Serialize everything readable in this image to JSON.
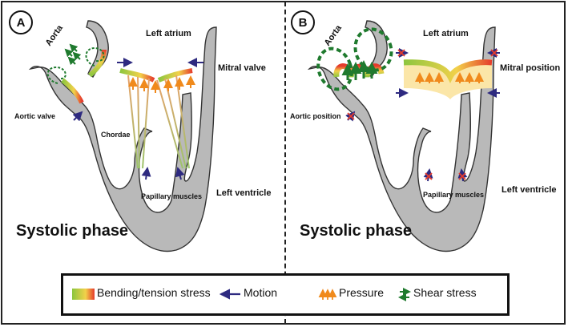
{
  "panels": [
    {
      "letter": "A",
      "aorta": "Aorta",
      "left_atrium": "Left atrium",
      "valve_right": "Mitral valve",
      "valve_left": "Aortic valve",
      "chordae": "Chordae",
      "papillary": "Papillary muscles",
      "left_ventricle": "Left ventricle",
      "phase": "Systolic phase"
    },
    {
      "letter": "B",
      "aorta": "Aorta",
      "left_atrium": "Left atrium",
      "valve_right": "Mitral position",
      "valve_left": "Aortic position",
      "papillary": "Papillary muscles",
      "left_ventricle": "Left ventricle",
      "phase": "Systolic phase"
    }
  ],
  "legend": {
    "bending": "Bending/tension stress",
    "motion": "Motion",
    "pressure": "Pressure",
    "shear": "Shear stress"
  },
  "colors": {
    "tissue": "#b9b9b9",
    "motion": "#2e2a80",
    "pressure": "#f08a1c",
    "shear": "#1f7a2e",
    "stress_low": "#8cc63f",
    "stress_high": "#e53b2c"
  }
}
